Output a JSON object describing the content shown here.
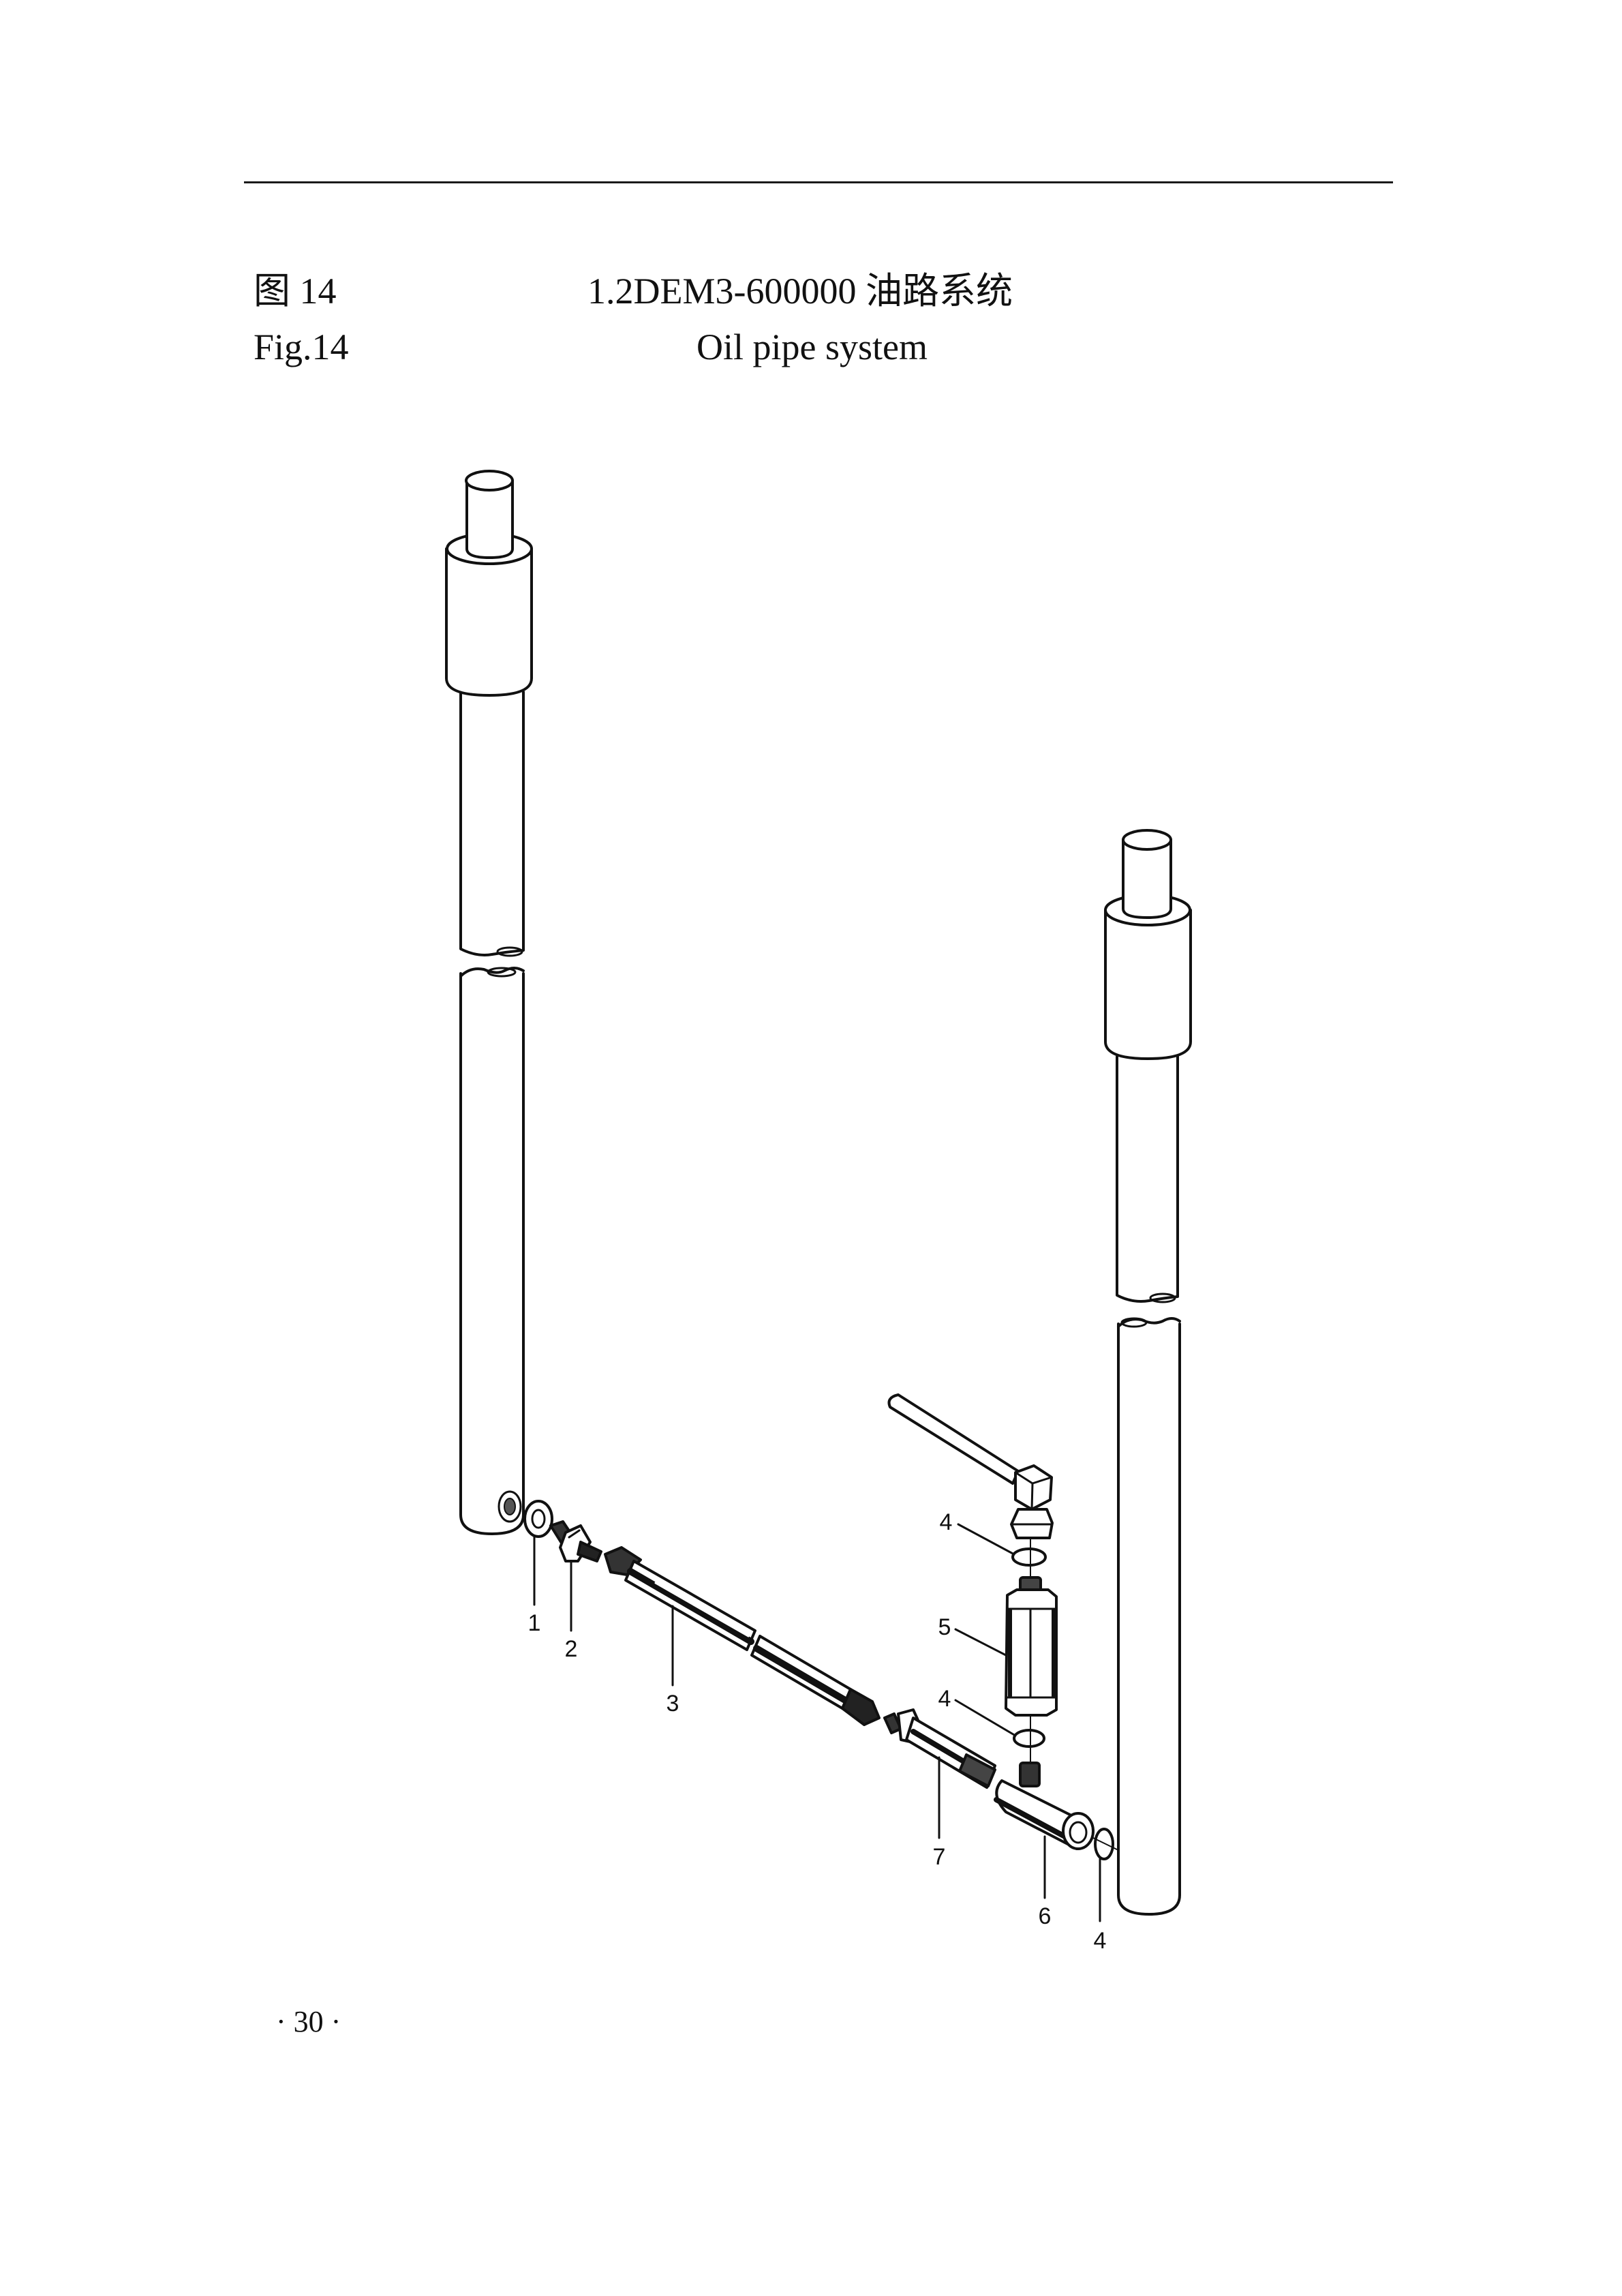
{
  "header": {
    "figure_number_cn": "图 14",
    "figure_number_en": "Fig.14",
    "title_cn": "1.2DEM3-600000  油路系统",
    "title_en": "Oil pipe system"
  },
  "figure": {
    "description": "Exploded view of oil pipe system between two vertical cylinders",
    "callouts": [
      {
        "id": "1",
        "label": "1"
      },
      {
        "id": "2",
        "label": "2"
      },
      {
        "id": "3",
        "label": "3"
      },
      {
        "id": "4a",
        "label": "4"
      },
      {
        "id": "5",
        "label": "5"
      },
      {
        "id": "4b",
        "label": "4"
      },
      {
        "id": "7",
        "label": "7"
      },
      {
        "id": "6",
        "label": "6"
      },
      {
        "id": "4c",
        "label": "4"
      }
    ]
  },
  "footer": {
    "page_number": "· 30 ·"
  }
}
